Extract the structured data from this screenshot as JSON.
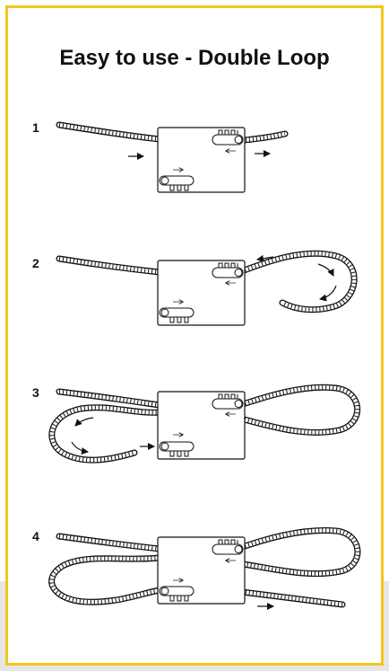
{
  "title": {
    "bold": "Easy to use",
    "rest": " - Double Loop"
  },
  "steps": [
    {
      "number": "1"
    },
    {
      "number": "2"
    },
    {
      "number": "3"
    },
    {
      "number": "4"
    }
  ],
  "colors": {
    "frame": "#f5c518",
    "ink": "#111111",
    "background": "#ffffff",
    "grey_band": "#e6e6e6"
  }
}
